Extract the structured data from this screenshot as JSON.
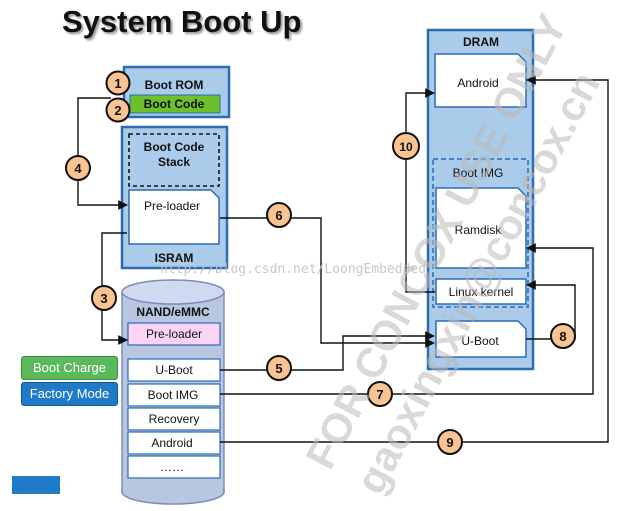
{
  "title": "System Boot Up",
  "watermark": {
    "url": "http://blog.csdn.net/LoongEmbedded",
    "diagonal_1": "FOR CONCOX USE ONLY",
    "diagonal_2": "gaoxingxin@concox.cn"
  },
  "isram": {
    "boot_rom": "Boot ROM",
    "boot_code": "Boot Code",
    "boot_code_stack": [
      "Boot Code",
      "Stack"
    ],
    "preloader": "Pre-loader",
    "label": "ISRAM"
  },
  "nand": {
    "label": "NAND/eMMC",
    "partitions": [
      "Pre-loader",
      "U-Boot",
      "Boot IMG",
      "Recovery",
      "Android",
      "……"
    ]
  },
  "dram": {
    "label": "DRAM",
    "android": "Android",
    "boot_img": "Boot IMG",
    "ramdisk": "Ramdisk",
    "linux_kernel": "Linux kernel",
    "uboot": "U-Boot"
  },
  "legend": {
    "boot_charge": "Boot Charge",
    "factory_mode": "Factory Mode"
  },
  "steps": [
    "1",
    "2",
    "3",
    "4",
    "5",
    "6",
    "7",
    "8",
    "9",
    "10"
  ],
  "colors": {
    "isram_fill": "#aacbe9",
    "isram_border": "#2b6cb3",
    "nand_body": "#b8c6e0",
    "nand_top": "#cfd9ef",
    "boot_code_green": "#6dbf2b",
    "preloader_pink": "#fbd3f3",
    "step_fill": "#f9c491",
    "step_border": "#111111",
    "boot_charge": "#5cb85c",
    "factory_mode": "#1f7ac7",
    "watermark": "#c8c8c8"
  }
}
